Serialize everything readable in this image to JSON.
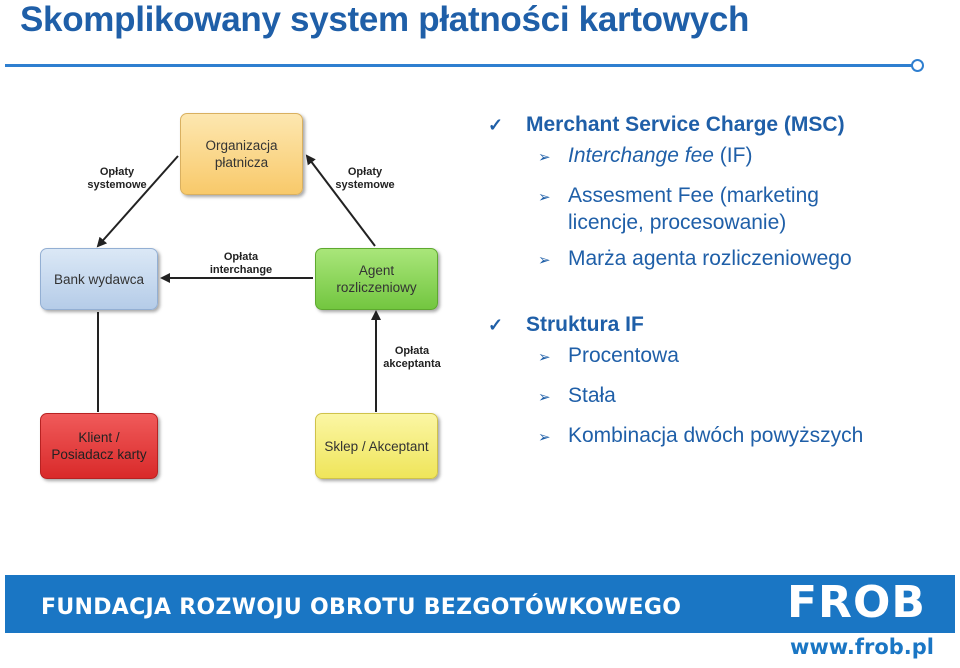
{
  "slide": {
    "title": "Skomplikowany system płatności kartowych"
  },
  "diagram": {
    "nodes": {
      "organizacja": "Organizacja\npłatnicza",
      "bank": "Bank wydawca",
      "agent": "Agent\nrozliczeniowy",
      "klient": "Klient /\nPosiadacz karty",
      "sklep": "Sklep / Akceptant"
    },
    "labels": {
      "oplaty_left": "Opłaty\nsystemowe",
      "oplaty_right": "Opłaty\nsystemowe",
      "interchange": "Opłata\ninterchange",
      "akceptanta": "Opłata\nakceptanta"
    },
    "colors": {
      "organizacja": "#fbd98e",
      "bank": "#c7daf0",
      "agent": "#8ed65a",
      "klient": "#e8393a",
      "sklep": "#f5ef7a"
    }
  },
  "bullets": {
    "section1": {
      "heading": "Merchant Service Charge (MSC)",
      "items": [
        {
          "italic": "Interchange fee",
          "text": " (IF)"
        },
        {
          "italic": "",
          "text": "Assesment Fee (marketing licencje, procesowanie)"
        },
        {
          "italic": "",
          "text": "Marża agenta rozliczeniowego"
        }
      ]
    },
    "section2": {
      "heading": "Struktura IF",
      "items": [
        {
          "italic": "",
          "text": "Procentowa"
        },
        {
          "italic": "",
          "text": "Stała"
        },
        {
          "italic": "",
          "text": "Kombinacja dwóch powyższych"
        }
      ]
    }
  },
  "footer": {
    "foundation": "FUNDACJA ROZWOJU OBROTU BEZGOTÓWKOWEGO",
    "logo": "FROB",
    "url": "www.frob.pl"
  }
}
